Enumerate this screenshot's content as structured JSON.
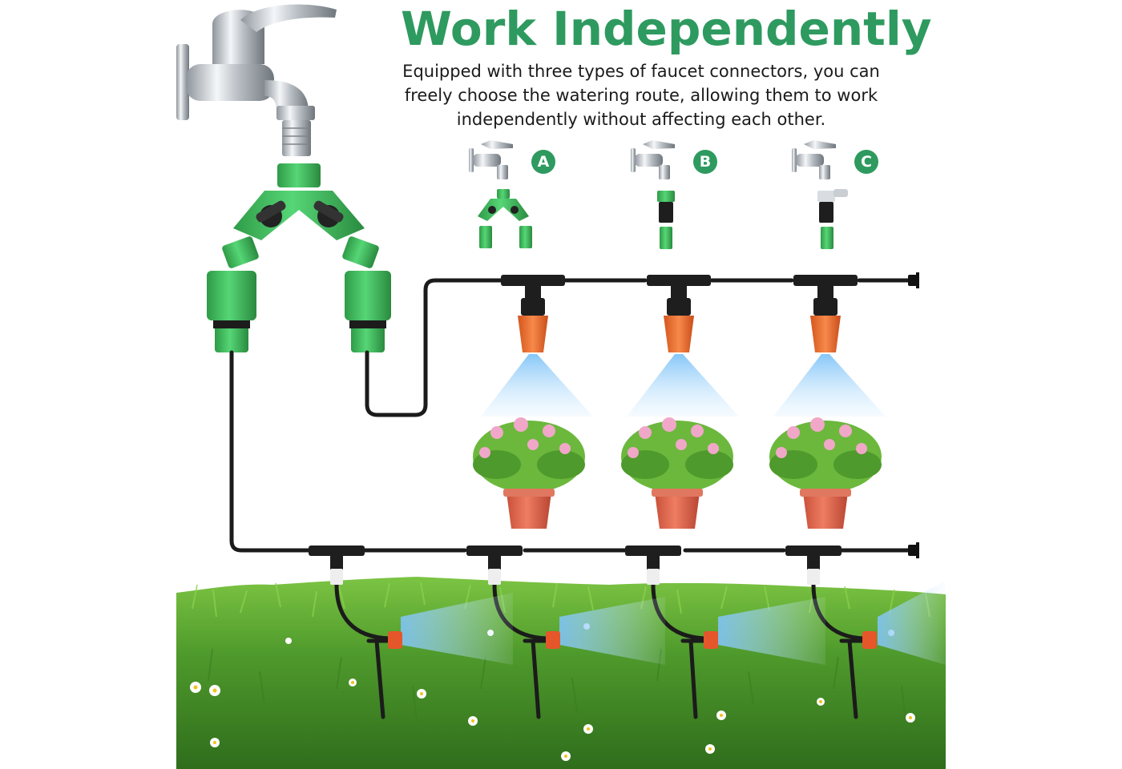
{
  "heading": {
    "title": "Work Independently",
    "description": "Equipped with three types of faucet connectors, you can freely choose the watering route, allowing them to work independently without affecting each other."
  },
  "options": [
    {
      "label": "A",
      "connector": "y-splitter-icon"
    },
    {
      "label": "B",
      "connector": "quick-connector-icon"
    },
    {
      "label": "C",
      "connector": "adjustable-adapter-icon"
    }
  ],
  "colors": {
    "accent": "#2e9a5f",
    "connector_green": "#3fbf5a",
    "tube": "#1b1b1b",
    "nozzle": "#e96a2a",
    "grass": "#4f9a2c",
    "mist": "#9fd3ff"
  }
}
